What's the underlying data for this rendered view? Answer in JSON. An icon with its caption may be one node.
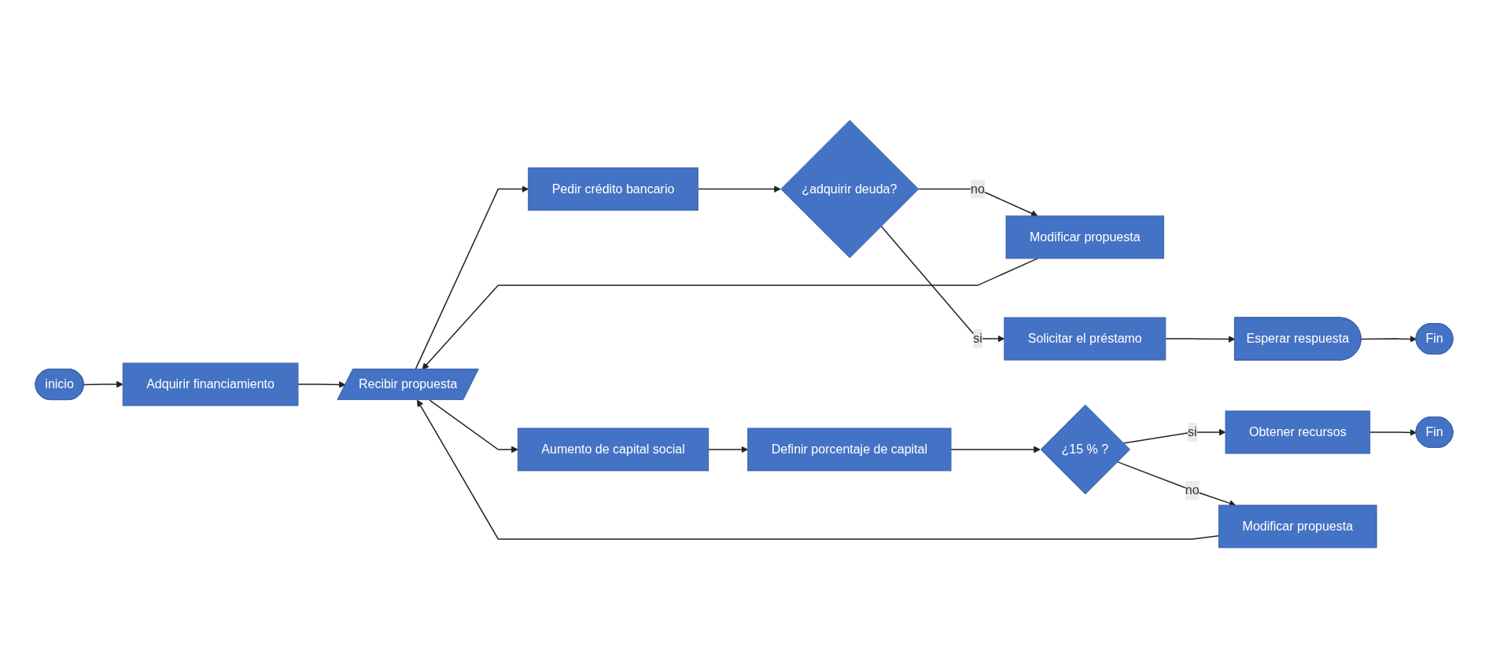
{
  "diagram": {
    "nodes": [
      {
        "text": [
          "inicio"
        ]
      },
      {
        "text": [
          "Adquirir financiamiento"
        ]
      },
      {
        "text": [
          "Recibir propuesta"
        ]
      },
      {
        "text": [
          "Pedir crédito bancario"
        ]
      },
      {
        "text": [
          "¿adquirir deuda?"
        ]
      },
      {
        "text": [
          "Modificar propuesta"
        ]
      },
      {
        "text": [
          "Solicitar el préstamo"
        ]
      },
      {
        "text": [
          "Esperar respuesta"
        ]
      },
      {
        "text": [
          "Fin"
        ]
      },
      {
        "text": [
          "Aumento de capital social"
        ]
      },
      {
        "text": [
          "Definir porcentaje de capital"
        ]
      },
      {
        "text": [
          "¿15 % ?"
        ]
      },
      {
        "text": [
          "Obtener recursos"
        ]
      },
      {
        "text": [
          "Fin"
        ]
      },
      {
        "text": [
          "Modificar propuesta"
        ]
      }
    ],
    "edges": [
      {
        "from": 0,
        "to": 1,
        "arrow": "to"
      },
      {
        "from": 1,
        "to": 2,
        "arrow": "to"
      },
      {
        "from": 2,
        "to": 3,
        "arrow": "to"
      },
      {
        "from": 3,
        "to": 4,
        "arrow": "to"
      },
      {
        "from": 4,
        "to": 5,
        "arrow": "to",
        "label": "no"
      },
      {
        "from": 5,
        "to": 2,
        "arrow": "to"
      },
      {
        "from": 4,
        "to": 6,
        "arrow": "to",
        "label": "si"
      },
      {
        "from": 6,
        "to": 7,
        "arrow": "to"
      },
      {
        "from": 7,
        "to": 8,
        "arrow": "to"
      },
      {
        "from": 2,
        "to": 9,
        "arrow": "to"
      },
      {
        "from": 9,
        "to": 10,
        "arrow": "to"
      },
      {
        "from": 10,
        "to": 11,
        "arrow": "to"
      },
      {
        "from": 11,
        "to": 12,
        "arrow": "to",
        "label": "si"
      },
      {
        "from": 12,
        "to": 13,
        "arrow": "to"
      },
      {
        "from": 11,
        "to": 14,
        "arrow": "to",
        "label": "no"
      },
      {
        "from": 14,
        "to": 2,
        "arrow": "to"
      }
    ]
  }
}
